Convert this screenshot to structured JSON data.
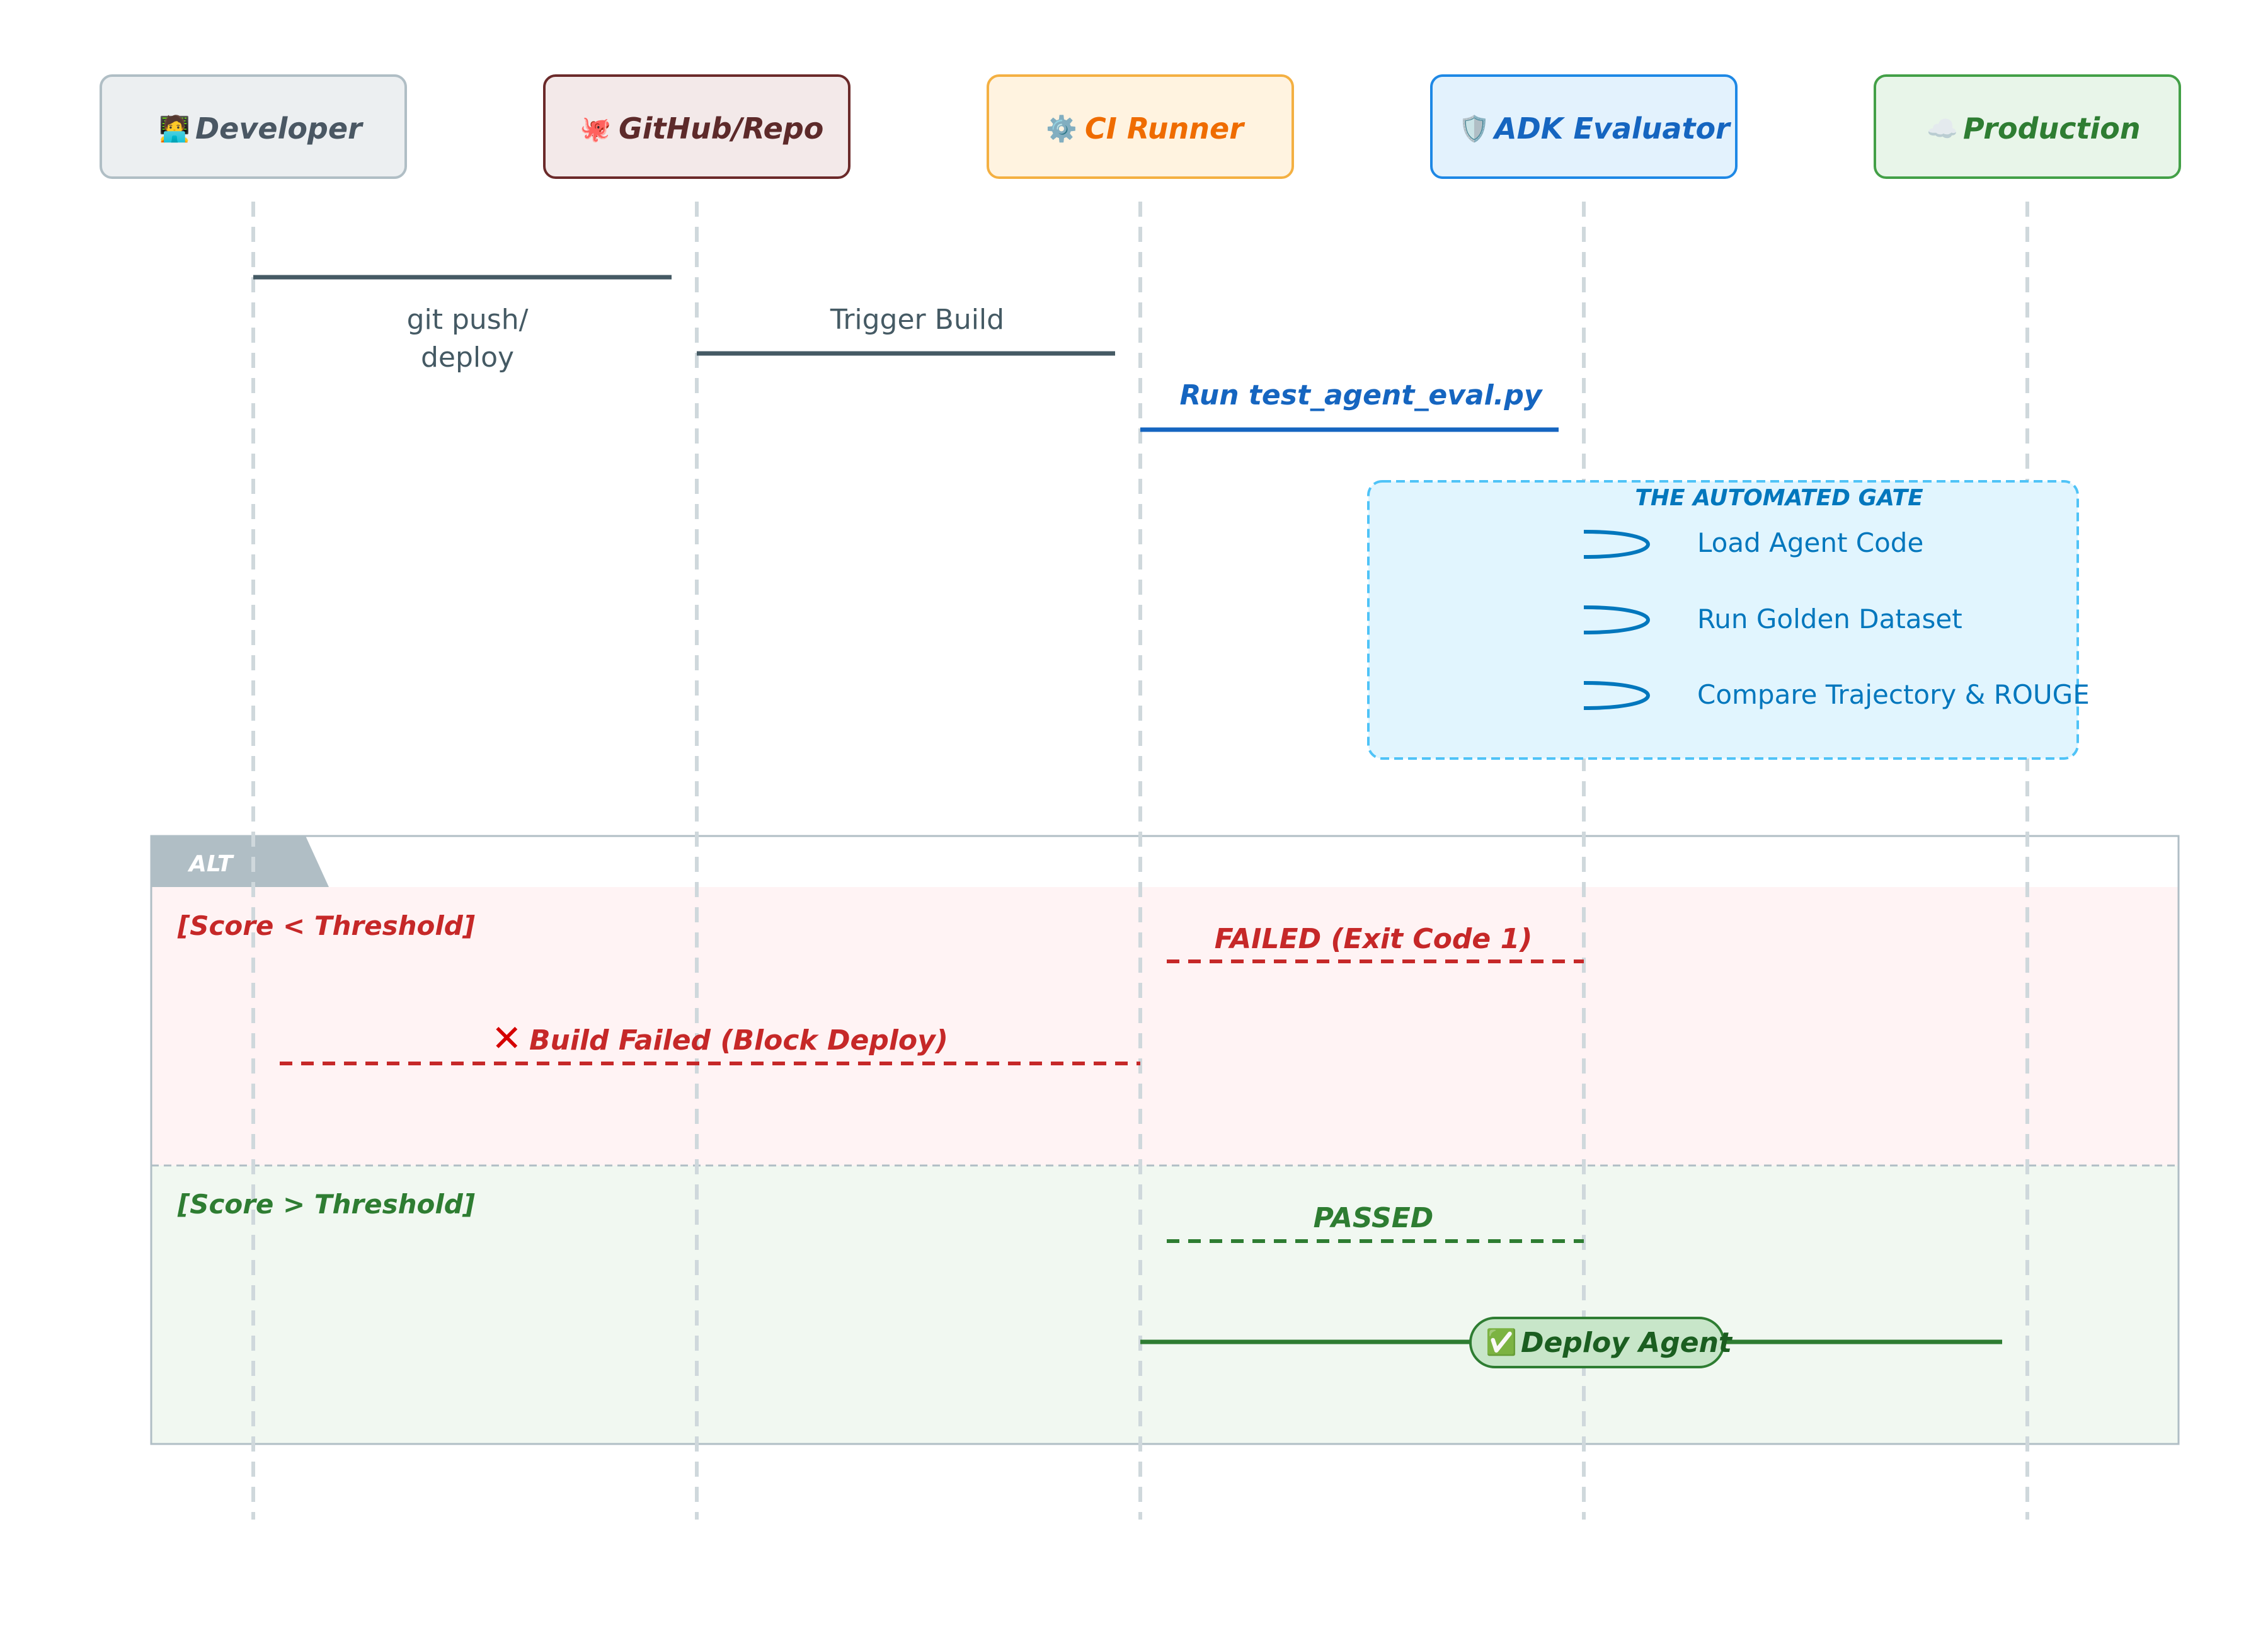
{
  "actors": [
    {
      "id": "developer",
      "icon": "🧑‍💻",
      "label": "Developer",
      "color": "#4a5763",
      "bg": "#eceff1",
      "border": "#b0bec5"
    },
    {
      "id": "github",
      "icon": "🐙",
      "label": "GitHub/Repo",
      "color": "#5d2a2a",
      "bg": "#f3e9e9",
      "border": "#6b2a2a"
    },
    {
      "id": "ci-runner",
      "icon": "⚙️",
      "label": "CI Runner",
      "color": "#ef6c00",
      "bg": "#fff3e0",
      "border": "#f4b042"
    },
    {
      "id": "adk-evaluator",
      "icon": "🛡️",
      "label": "ADK Evaluator",
      "color": "#1565c0",
      "bg": "#e3f2fd",
      "border": "#1e88e5"
    },
    {
      "id": "production",
      "icon": "☁️",
      "label": "Production",
      "color": "#2e7d32",
      "bg": "#e8f5e9",
      "border": "#43a047"
    }
  ],
  "messages": {
    "git_push_line1": "git push/",
    "git_push_line2": "deploy",
    "trigger_build": "Trigger Build",
    "run_eval": "Run test_agent_eval.py"
  },
  "note": {
    "title": "THE AUTOMATED GATE",
    "steps": [
      "Load Agent Code",
      "Run Golden Dataset",
      "Compare Trajectory & ROUGE"
    ]
  },
  "alt": {
    "label": "ALT",
    "fail_condition": "[Score < Threshold]",
    "failed_msg": "FAILED (Exit Code 1)",
    "build_failed_icon": "✕",
    "build_failed_msg": "Build Failed (Block Deploy)",
    "pass_condition": "[Score > Threshold]",
    "passed_msg": "PASSED",
    "deploy_icon": "✅",
    "deploy_msg": "Deploy Agent"
  },
  "colors": {
    "lifeline": "#cfd8dc",
    "message_dark": "#455a64",
    "message_blue": "#1565c0",
    "fail_red": "#c62828",
    "pass_green": "#2e7d32",
    "note_bg": "#e1f5fe",
    "note_border": "#4fc3f7",
    "note_text": "#0277bd",
    "alt_fail_bg": "#fff3f4",
    "alt_pass_bg": "#f1f8f1",
    "alt_border": "#b0bec5",
    "alt_tab": "#b0bec5"
  }
}
